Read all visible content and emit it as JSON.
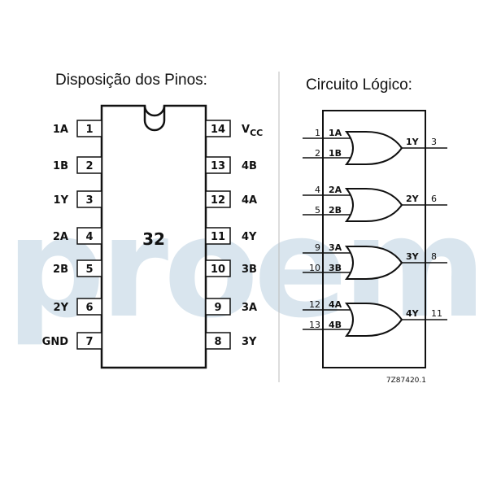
{
  "watermark": {
    "text": "proem",
    "color": "#b9cfe0"
  },
  "left_panel": {
    "title": "Disposição dos Pinos:",
    "chip_label": "32",
    "left_pins": [
      {
        "number": "1",
        "label": "1A"
      },
      {
        "number": "2",
        "label": "1B"
      },
      {
        "number": "3",
        "label": "1Y"
      },
      {
        "number": "4",
        "label": "2A"
      },
      {
        "number": "5",
        "label": "2B"
      },
      {
        "number": "6",
        "label": "2Y"
      },
      {
        "number": "7",
        "label": "GND"
      }
    ],
    "right_pins": [
      {
        "number": "14",
        "label": "V",
        "sub": "CC"
      },
      {
        "number": "13",
        "label": "4B"
      },
      {
        "number": "12",
        "label": "4A"
      },
      {
        "number": "11",
        "label": "4Y"
      },
      {
        "number": "10",
        "label": "3B"
      },
      {
        "number": "9",
        "label": "3A"
      },
      {
        "number": "8",
        "label": "3Y"
      }
    ]
  },
  "right_panel": {
    "title": "Circuito Lógico:",
    "gates": [
      {
        "in1_num": "1",
        "in1_label": "1A",
        "in2_num": "2",
        "in2_label": "1B",
        "out_label": "1Y",
        "out_num": "3"
      },
      {
        "in1_num": "4",
        "in1_label": "2A",
        "in2_num": "5",
        "in2_label": "2B",
        "out_label": "2Y",
        "out_num": "6"
      },
      {
        "in1_num": "9",
        "in1_label": "3A",
        "in2_num": "10",
        "in2_label": "3B",
        "out_label": "3Y",
        "out_num": "8"
      },
      {
        "in1_num": "12",
        "in1_label": "4A",
        "in2_num": "13",
        "in2_label": "4B",
        "out_label": "4Y",
        "out_num": "11"
      }
    ],
    "footnote": "7Z87420.1"
  }
}
